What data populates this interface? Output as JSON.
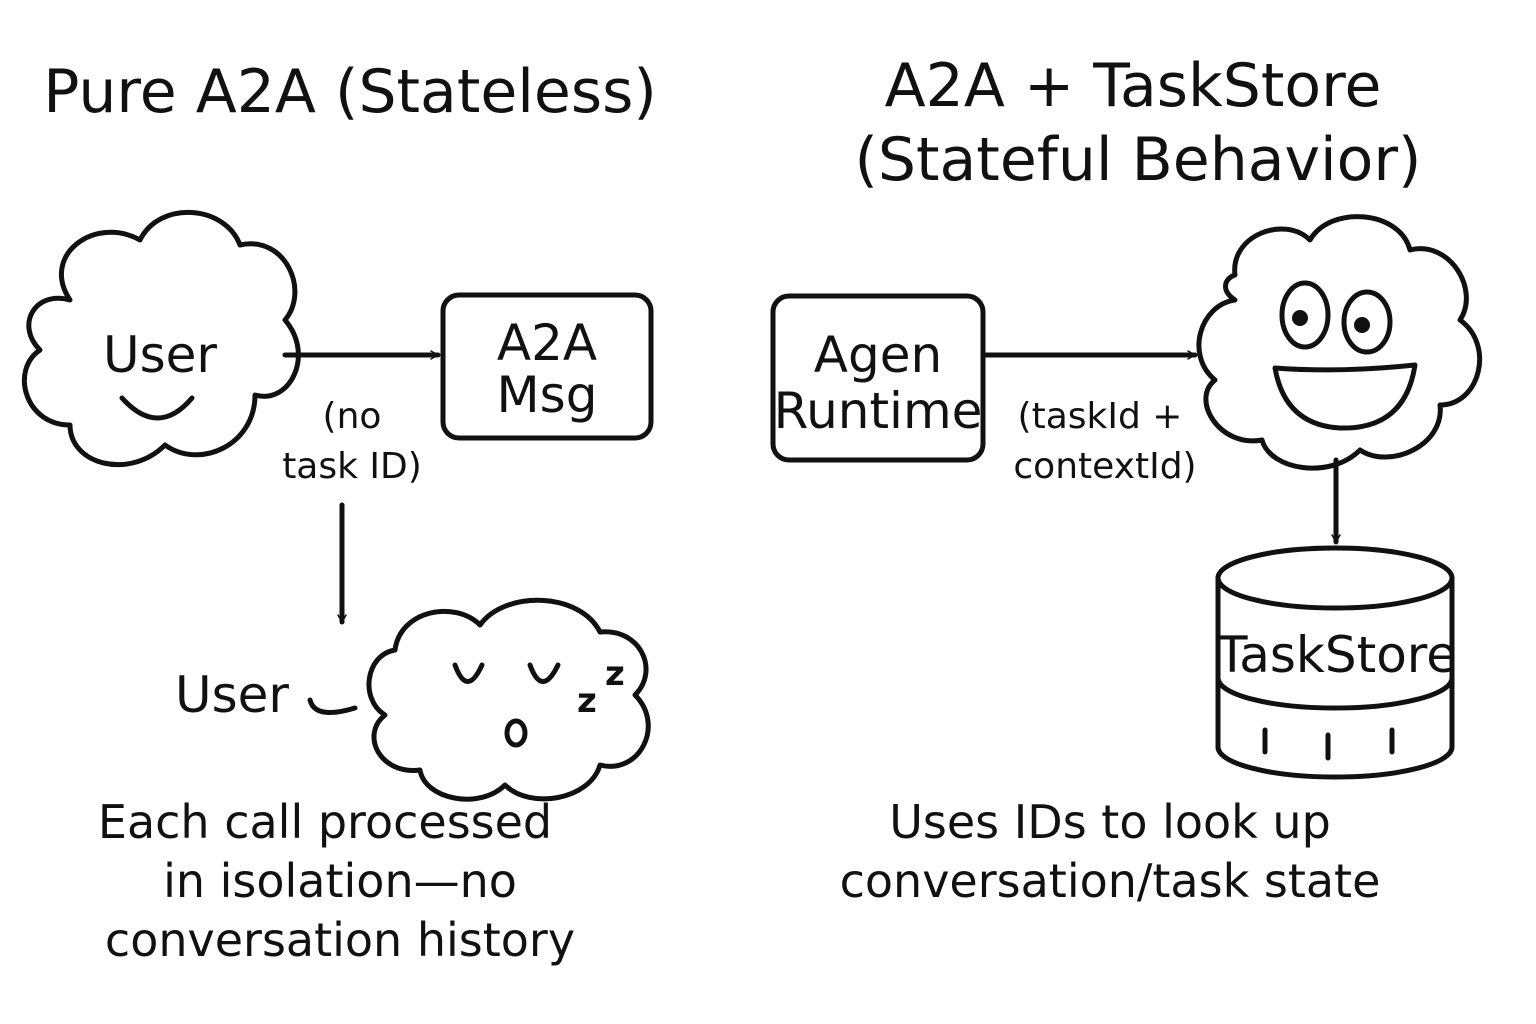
{
  "left": {
    "title": "Pure A2A (Stateless)",
    "user_cloud_label": "User",
    "msg_box_line1": "A2A",
    "msg_box_line2": "Msg",
    "edge_label_line1": "(no",
    "edge_label_line2": "task ID)",
    "sleeping_user_label": "User",
    "sleep_zz": [
      "z",
      "z"
    ],
    "caption": [
      "Each call processed",
      "in isolation—no",
      "conversation history"
    ]
  },
  "right": {
    "title_line1": "A2A + TaskStore",
    "title_line2": "(Stateful Behavior)",
    "runtime_box_line1": "Agen",
    "runtime_box_line2": "Runtime",
    "edge_label_line1": "(taskId +",
    "edge_label_line2": "contextId)",
    "db_label": "TaskStore",
    "caption": [
      "Uses IDs to look up",
      "conversation/task state"
    ]
  },
  "colors": {
    "ink": "#111111",
    "paper": "#ffffff"
  }
}
